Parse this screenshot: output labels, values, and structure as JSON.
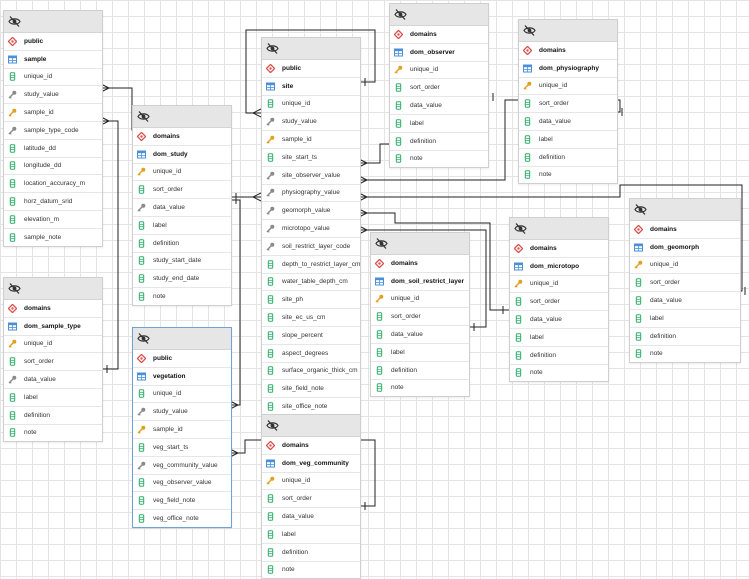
{
  "tables": [
    {
      "id": "sample",
      "schema": "public",
      "name": "sample",
      "columns": [
        {
          "name": "unique_id",
          "icon": "column-icon"
        },
        {
          "name": "study_value",
          "icon": "foreign-key-icon"
        },
        {
          "name": "sample_id",
          "icon": "primary-key-icon"
        },
        {
          "name": "sample_type_code",
          "icon": "foreign-key-icon"
        },
        {
          "name": "latitude_dd",
          "icon": "column-icon"
        },
        {
          "name": "longitude_dd",
          "icon": "column-icon"
        },
        {
          "name": "location_accuracy_m",
          "icon": "column-icon"
        },
        {
          "name": "horz_datum_srid",
          "icon": "column-icon"
        },
        {
          "name": "elevation_m",
          "icon": "column-icon"
        },
        {
          "name": "sample_note",
          "icon": "column-icon"
        }
      ]
    },
    {
      "id": "dom_sample_type",
      "schema": "domains",
      "name": "dom_sample_type",
      "columns": [
        {
          "name": "unique_id",
          "icon": "primary-key-icon"
        },
        {
          "name": "sort_order",
          "icon": "column-icon"
        },
        {
          "name": "data_value",
          "icon": "foreign-key-icon"
        },
        {
          "name": "label",
          "icon": "column-icon"
        },
        {
          "name": "definition",
          "icon": "column-icon"
        },
        {
          "name": "note",
          "icon": "column-icon"
        }
      ]
    },
    {
      "id": "dom_study",
      "schema": "domains",
      "name": "dom_study",
      "columns": [
        {
          "name": "unique_id",
          "icon": "primary-key-icon"
        },
        {
          "name": "sort_order",
          "icon": "column-icon"
        },
        {
          "name": "data_value",
          "icon": "foreign-key-icon"
        },
        {
          "name": "label",
          "icon": "column-icon"
        },
        {
          "name": "definition",
          "icon": "column-icon"
        },
        {
          "name": "study_start_date",
          "icon": "column-icon"
        },
        {
          "name": "study_end_date",
          "icon": "column-icon"
        },
        {
          "name": "note",
          "icon": "column-icon"
        }
      ]
    },
    {
      "id": "vegetation",
      "schema": "public",
      "name": "vegetation",
      "selected": true,
      "columns": [
        {
          "name": "unique_id",
          "icon": "column-icon"
        },
        {
          "name": "study_value",
          "icon": "foreign-key-icon"
        },
        {
          "name": "sample_id",
          "icon": "primary-key-icon"
        },
        {
          "name": "veg_start_ts",
          "icon": "column-icon"
        },
        {
          "name": "veg_community_value",
          "icon": "foreign-key-icon"
        },
        {
          "name": "veg_observer_value",
          "icon": "column-icon"
        },
        {
          "name": "veg_field_note",
          "icon": "column-icon"
        },
        {
          "name": "veg_office_note",
          "icon": "column-icon"
        }
      ]
    },
    {
      "id": "site",
      "schema": "public",
      "name": "site",
      "columns": [
        {
          "name": "unique_id",
          "icon": "column-icon"
        },
        {
          "name": "study_value",
          "icon": "foreign-key-icon"
        },
        {
          "name": "sample_id",
          "icon": "primary-key-icon"
        },
        {
          "name": "site_start_ts",
          "icon": "column-icon"
        },
        {
          "name": "site_observer_value",
          "icon": "foreign-key-icon"
        },
        {
          "name": "physiography_value",
          "icon": "foreign-key-icon"
        },
        {
          "name": "geomorph_value",
          "icon": "foreign-key-icon"
        },
        {
          "name": "microtopo_value",
          "icon": "foreign-key-icon"
        },
        {
          "name": "soil_restrict_layer_code",
          "icon": "foreign-key-icon"
        },
        {
          "name": "depth_to_restrict_layer_cm",
          "icon": "column-icon"
        },
        {
          "name": "water_table_depth_cm",
          "icon": "column-icon"
        },
        {
          "name": "site_ph",
          "icon": "column-icon"
        },
        {
          "name": "site_ec_us_cm",
          "icon": "column-icon"
        },
        {
          "name": "slope_percent",
          "icon": "column-icon"
        },
        {
          "name": "aspect_degrees",
          "icon": "column-icon"
        },
        {
          "name": "surface_organic_thick_cm",
          "icon": "column-icon"
        },
        {
          "name": "site_field_note",
          "icon": "column-icon"
        },
        {
          "name": "site_office_note",
          "icon": "column-icon"
        }
      ]
    },
    {
      "id": "dom_veg_community",
      "schema": "domains",
      "name": "dom_veg_community",
      "columns": [
        {
          "name": "unique_id",
          "icon": "primary-key-icon"
        },
        {
          "name": "sort_order",
          "icon": "column-icon"
        },
        {
          "name": "data_value",
          "icon": "column-icon"
        },
        {
          "name": "label",
          "icon": "column-icon"
        },
        {
          "name": "definition",
          "icon": "column-icon"
        },
        {
          "name": "note",
          "icon": "column-icon"
        }
      ]
    },
    {
      "id": "dom_observer",
      "schema": "domains",
      "name": "dom_observer",
      "columns": [
        {
          "name": "unique_id",
          "icon": "primary-key-icon"
        },
        {
          "name": "sort_order",
          "icon": "column-icon"
        },
        {
          "name": "data_value",
          "icon": "column-icon"
        },
        {
          "name": "label",
          "icon": "column-icon"
        },
        {
          "name": "definition",
          "icon": "column-icon"
        },
        {
          "name": "note",
          "icon": "column-icon"
        }
      ]
    },
    {
      "id": "dom_soil_restrict_layer",
      "schema": "domains",
      "name": "dom_soil_restrict_layer",
      "columns": [
        {
          "name": "unique_id",
          "icon": "primary-key-icon"
        },
        {
          "name": "sort_order",
          "icon": "column-icon"
        },
        {
          "name": "data_value",
          "icon": "column-icon"
        },
        {
          "name": "label",
          "icon": "column-icon"
        },
        {
          "name": "definition",
          "icon": "column-icon"
        },
        {
          "name": "note",
          "icon": "column-icon"
        }
      ]
    },
    {
      "id": "dom_physiography",
      "schema": "domains",
      "name": "dom_physiography",
      "columns": [
        {
          "name": "unique_id",
          "icon": "primary-key-icon"
        },
        {
          "name": "sort_order",
          "icon": "column-icon"
        },
        {
          "name": "data_value",
          "icon": "column-icon"
        },
        {
          "name": "label",
          "icon": "column-icon"
        },
        {
          "name": "definition",
          "icon": "column-icon"
        },
        {
          "name": "note",
          "icon": "column-icon"
        }
      ]
    },
    {
      "id": "dom_microtopo",
      "schema": "domains",
      "name": "dom_microtopo",
      "columns": [
        {
          "name": "unique_id",
          "icon": "primary-key-icon"
        },
        {
          "name": "sort_order",
          "icon": "column-icon"
        },
        {
          "name": "data_value",
          "icon": "column-icon"
        },
        {
          "name": "label",
          "icon": "column-icon"
        },
        {
          "name": "definition",
          "icon": "column-icon"
        },
        {
          "name": "note",
          "icon": "column-icon"
        }
      ]
    },
    {
      "id": "dom_geomorph",
      "schema": "domains",
      "name": "dom_geomorph",
      "columns": [
        {
          "name": "unique_id",
          "icon": "primary-key-icon"
        },
        {
          "name": "sort_order",
          "icon": "column-icon"
        },
        {
          "name": "data_value",
          "icon": "column-icon"
        },
        {
          "name": "label",
          "icon": "column-icon"
        },
        {
          "name": "definition",
          "icon": "column-icon"
        },
        {
          "name": "note",
          "icon": "column-icon"
        }
      ]
    }
  ],
  "colors": {
    "schema_icon": "#d9534f",
    "table_icon": "#4a90d9",
    "column_icon": "#2fae6a",
    "primary_key_icon": "#e0a020",
    "foreign_key_icon": "#8a8a8a",
    "link_line": "#222222",
    "selected_border": "#6fa3d6"
  },
  "relationships": [
    {
      "from": "sample.study_value",
      "to": "dom_study.data_value"
    },
    {
      "from": "sample.sample_type_code",
      "to": "dom_sample_type.data_value"
    },
    {
      "from": "site.study_value",
      "to": "dom_study.data_value"
    },
    {
      "from": "site.sample_id",
      "to": "sample.sample_id"
    },
    {
      "from": "site.site_observer_value",
      "to": "dom_observer.data_value"
    },
    {
      "from": "site.physiography_value",
      "to": "dom_physiography.data_value"
    },
    {
      "from": "site.geomorph_value",
      "to": "dom_geomorph.data_value"
    },
    {
      "from": "site.microtopo_value",
      "to": "dom_microtopo.data_value"
    },
    {
      "from": "site.soil_restrict_layer_code",
      "to": "dom_soil_restrict_layer.data_value"
    },
    {
      "from": "vegetation.study_value",
      "to": "dom_study.data_value"
    },
    {
      "from": "vegetation.veg_community_value",
      "to": "dom_veg_community.data_value"
    }
  ]
}
